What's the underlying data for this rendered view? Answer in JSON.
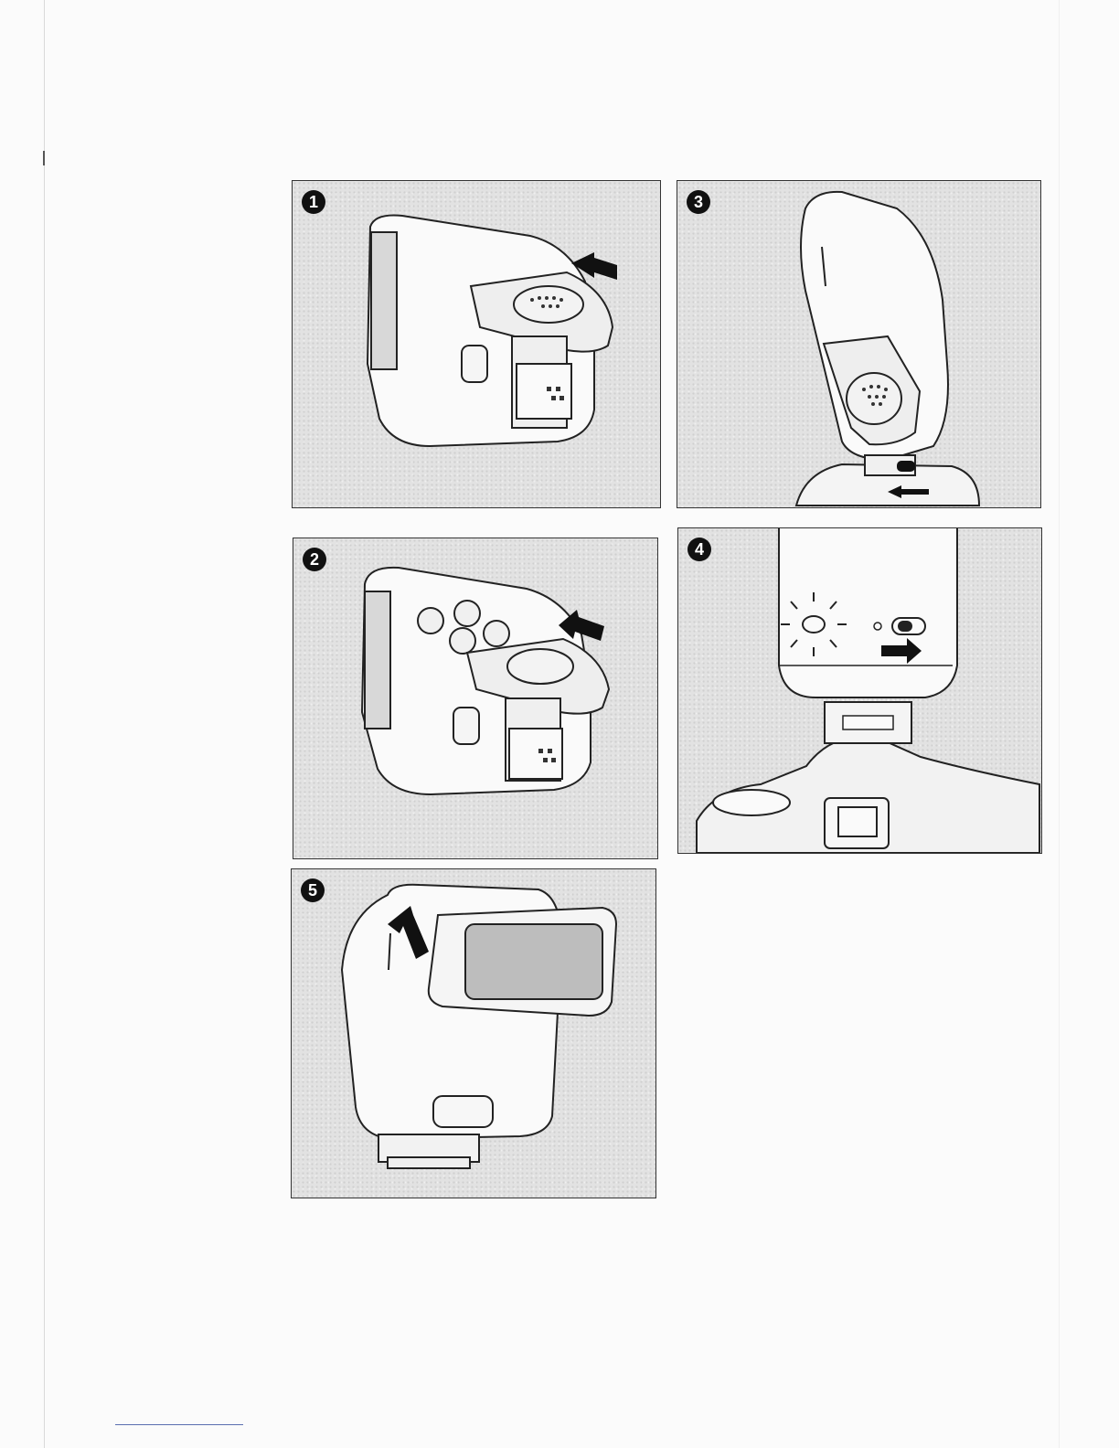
{
  "steps": [
    {
      "number": "1"
    },
    {
      "number": "2"
    },
    {
      "number": "3"
    },
    {
      "number": "4"
    },
    {
      "number": "5"
    }
  ],
  "colors": {
    "ink": "#111111",
    "paper": "#fbfbfb",
    "screen_tone": "#e2e2e2"
  }
}
